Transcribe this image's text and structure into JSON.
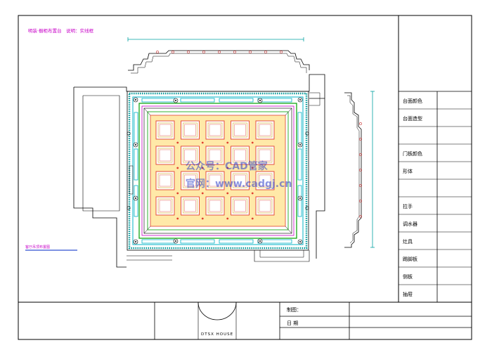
{
  "header_note": "明装·橱柜布置台　说明：实线框",
  "legend_note": "客厅吊顶布置图",
  "watermark": {
    "line1": "公众号：CAD管家",
    "line2": "官网：www.cadgj.cn"
  },
  "spec_table": {
    "rows": [
      "台面颜色",
      "台面造型",
      "",
      "门板颜色",
      "形体",
      "",
      "拉手",
      "调水器",
      "灶具",
      "踢脚板",
      "侧板",
      "抽屉"
    ]
  },
  "title_block": {
    "date_label": "制图：",
    "designer_label": "日 期",
    "house_label": "DTSX HOUSE"
  },
  "colors": {
    "line": "#000000",
    "border_inner": "#009999",
    "cyan": "#00b3c7",
    "green": "#00a000",
    "magenta": "#c800c8",
    "ceiling_fill": "#ffe9a8",
    "coffer_line": "#e04030",
    "coffer_fill": "#ffffff",
    "watermark": "#2a3cc8"
  },
  "coffer_grid": {
    "rows": 4,
    "cols": 5
  }
}
